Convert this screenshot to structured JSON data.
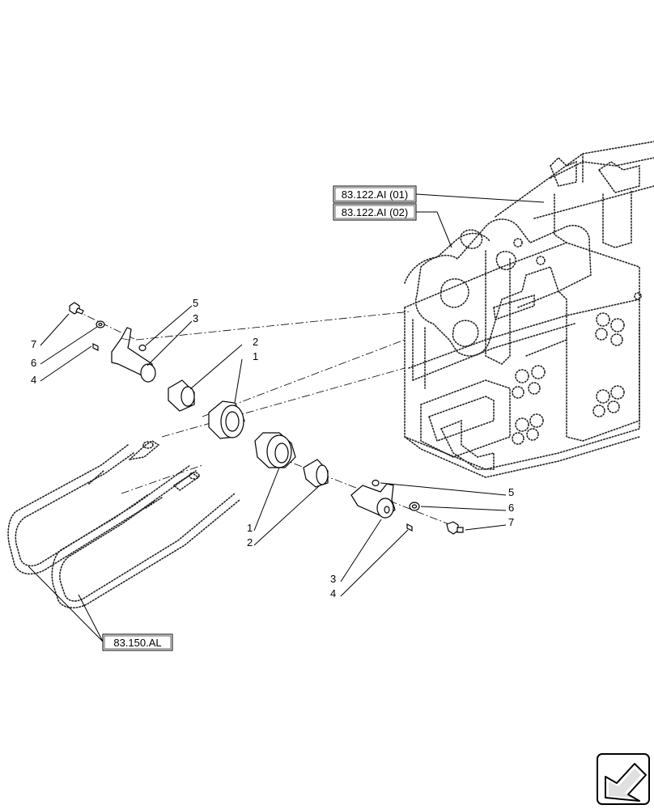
{
  "reference_boxes": [
    {
      "id": "ref-83-122-ai-01",
      "text": "83.122.AI (01)"
    },
    {
      "id": "ref-83-122-ai-02",
      "text": "83.122.AI (02)"
    },
    {
      "id": "ref-83-150-al",
      "text": "83.150.AL"
    }
  ],
  "callouts_left": {
    "item_7": "7",
    "item_6": "6",
    "item_4": "4",
    "item_5": "5",
    "item_3": "3",
    "item_2": "2",
    "item_1": "1"
  },
  "callouts_right": {
    "item_5": "5",
    "item_6": "6",
    "item_7": "7",
    "item_1": "1",
    "item_2": "2",
    "item_3": "3",
    "item_4": "4"
  },
  "nav": {
    "icon": "next-page-arrow-icon"
  }
}
